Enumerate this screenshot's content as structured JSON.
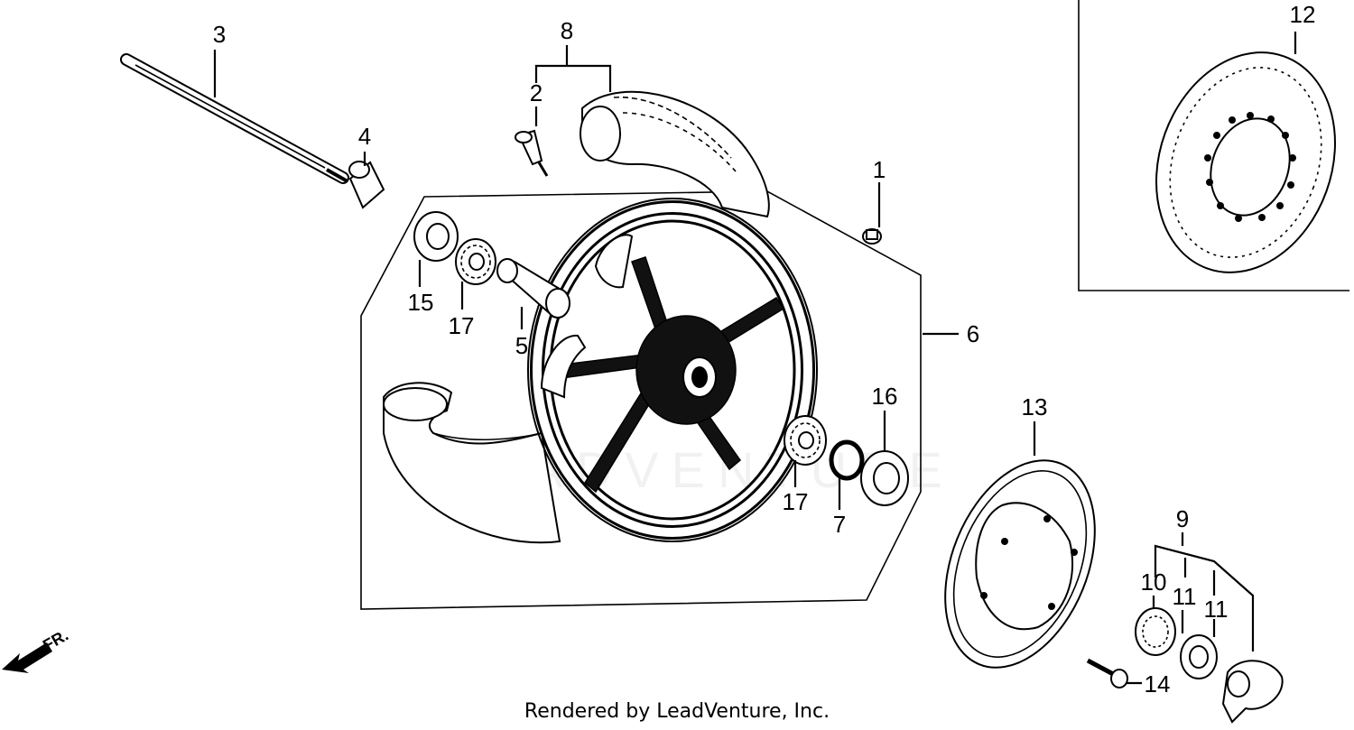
{
  "callouts": {
    "c1": "1",
    "c2": "2",
    "c3": "3",
    "c4": "4",
    "c5": "5",
    "c6": "6",
    "c7": "7",
    "c8": "8",
    "c9": "9",
    "c10": "10",
    "c11a": "11",
    "c11b": "11",
    "c12": "12",
    "c13": "13",
    "c14": "14",
    "c15": "15",
    "c16": "16",
    "c17a": "17",
    "c17b": "17"
  },
  "direction_label": "FR.",
  "watermark": "LEADVENTURE",
  "footer": "Rendered by LeadVenture, Inc."
}
